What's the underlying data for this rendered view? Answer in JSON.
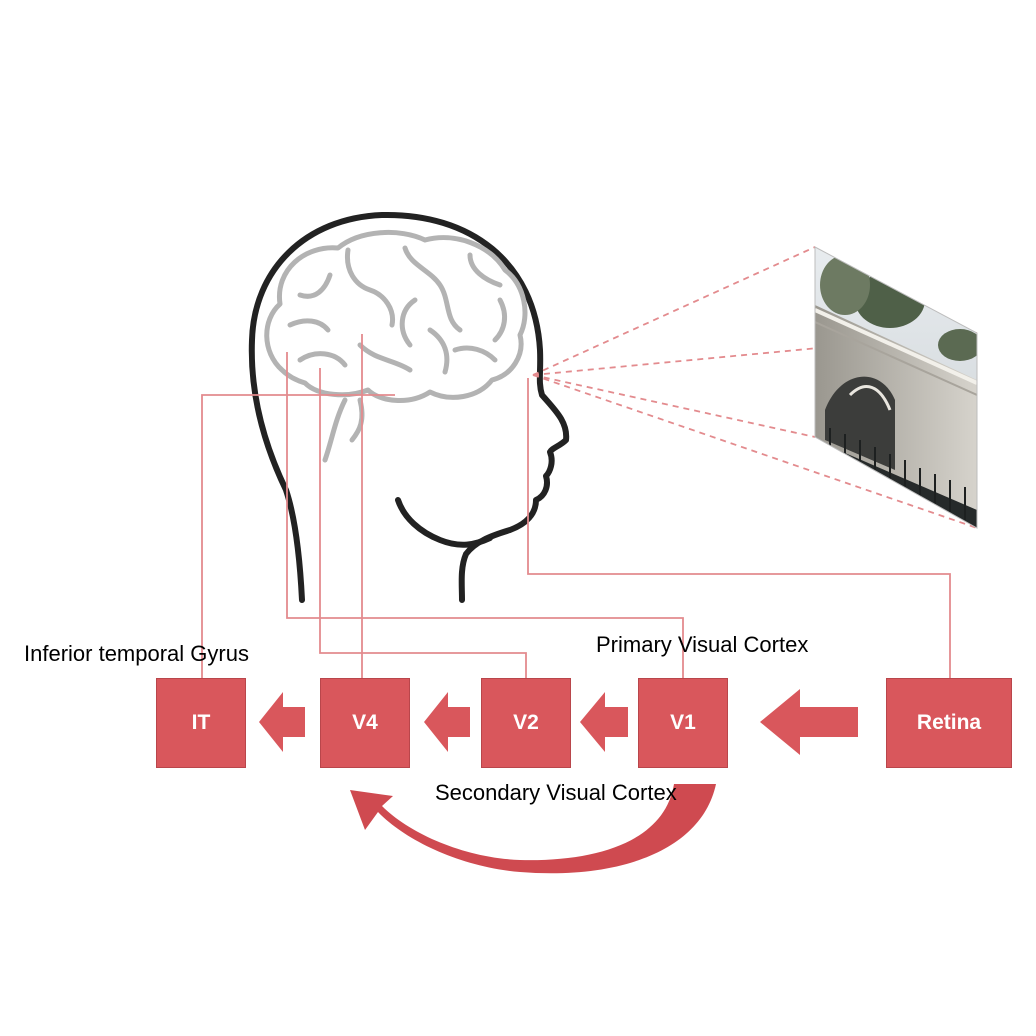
{
  "stages": {
    "it": "IT",
    "v4": "V4",
    "v2": "V2",
    "v1": "V1",
    "retina": "Retina"
  },
  "labels": {
    "inferior_temporal": "Inferior temporal Gyrus",
    "primary_visual": "Primary Visual Cortex",
    "secondary_visual": "Secondary Visual Cortex"
  },
  "colors": {
    "box_fill": "#d9575c",
    "connector": "#e38b8e",
    "head_outline": "#222222",
    "brain_outline": "#b3b3b3"
  }
}
